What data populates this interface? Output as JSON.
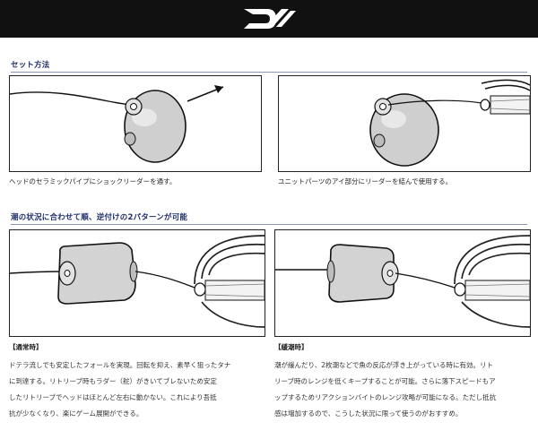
{
  "brand": {
    "logo_text": "DAIWA",
    "logo_icon": "daiwa-d-logo-icon"
  },
  "setup": {
    "title": "セット方法",
    "captions": [
      "ヘッドのセラミックパイプにショックリーダーを通す。",
      "ユニットパーツのアイ部分にリーダーを結んで使用する。"
    ]
  },
  "patterns": {
    "title": "潮の状況に合わせて順、逆付けの2パターンが可能",
    "normal": {
      "label": "【通常時】",
      "lines": [
        "ドテラ流しでも安定したフォールを実現。回転を抑え、素早く狙ったタナ",
        "に到達する。リトリーブ時もラダー（舵）がきいてブレないため安定",
        "したリトリーブでヘッドはほとんど左右に動かない。これにより吾抵",
        "抗が少なくなり、楽にゲーム展開ができる。"
      ]
    },
    "slack": {
      "label": "【緩潮時】",
      "lines": [
        "潮が緩んだり、2枚潮などで魚の反応が浮き上がっている時に有効。リト",
        "リーブ時のレンジを低くキープすることが可能。さらに落下スピードもア",
        "ップするためリアクションバイトのレンジ攻略が可能になる。ただし抵抗",
        "感は増加するので、こうした状況に限って使うのがおすすめ。"
      ]
    }
  }
}
